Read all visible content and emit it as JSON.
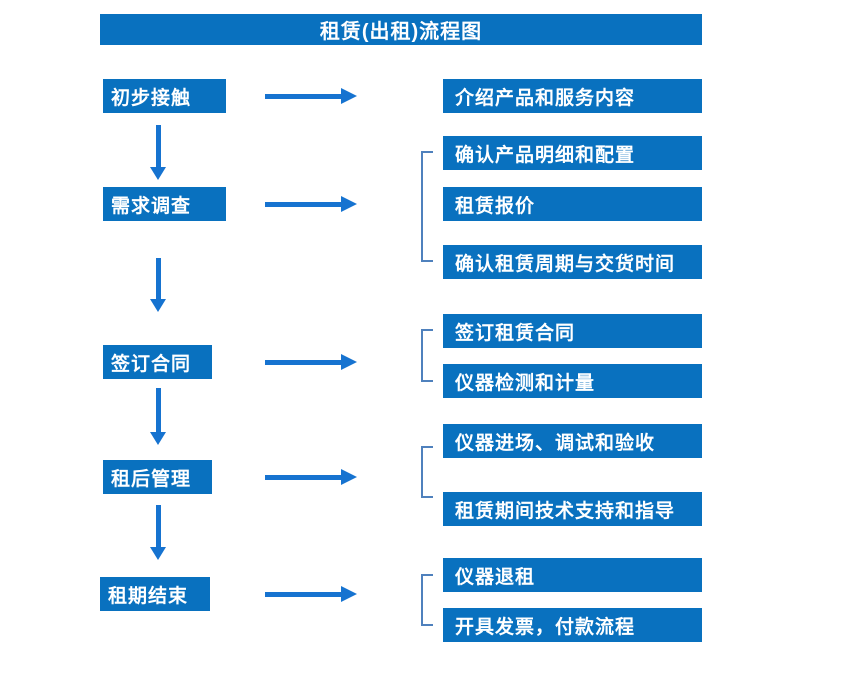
{
  "title": "租赁(出租)流程图",
  "flow": [
    {
      "step": "初步接触",
      "details": [
        "介绍产品和服务内容"
      ]
    },
    {
      "step": "需求调查",
      "details": [
        "确认产品明细和配置",
        "租赁报价",
        "确认租赁周期与交货时间"
      ]
    },
    {
      "step": "签订合同",
      "details": [
        "签订租赁合同",
        "仪器检测和计量"
      ]
    },
    {
      "step": "租后管理",
      "details": [
        "仪器进场、调试和验收",
        "租赁期间技术支持和指导"
      ]
    },
    {
      "step": "租期结束",
      "details": [
        "仪器退租",
        "开具发票，付款流程"
      ]
    }
  ],
  "colors": {
    "box_fill": "#0971BF",
    "arrow": "#1673D0",
    "bracket": "#4F81BD",
    "text": "#FFFFFF",
    "background": "#FFFFFF"
  }
}
